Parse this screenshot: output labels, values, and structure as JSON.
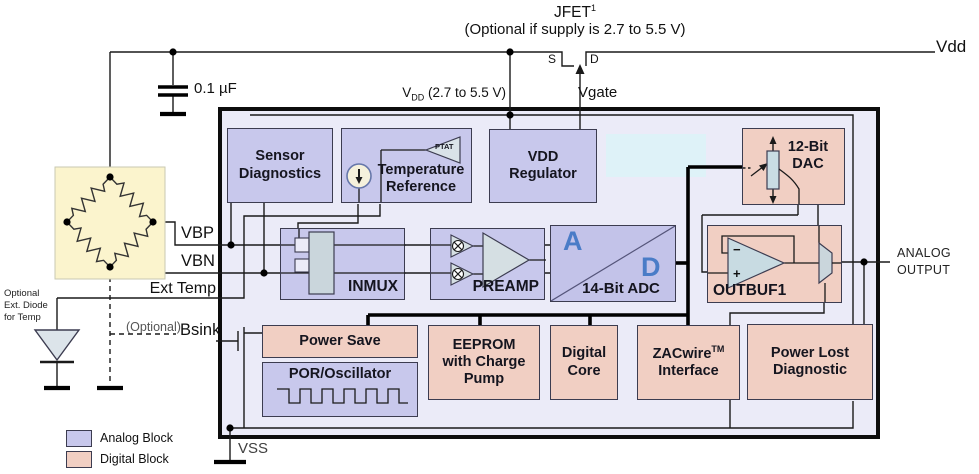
{
  "colors": {
    "analog_block": "#C8C8EC",
    "digital_block": "#F1CFC3",
    "chip_fill": "#EBEBF8",
    "bridge_fill": "#FBF4CD",
    "adc_letter_blue": "#4A7CC7",
    "cyan_patch": "#DEF2F8"
  },
  "top": {
    "jfet_label": "JFET",
    "jfet_sup": "1",
    "jfet_note": "(Optional if supply is 2.7 to 5.5 V)",
    "jfet_s": "S",
    "jfet_d": "D",
    "vdd_rail_label": "Vdd",
    "vdd_pin_prefix": "V",
    "vdd_pin_sub": "DD",
    "vdd_pin_range": " (2.7 to 5.5 V)",
    "vgate_label": "Vgate",
    "cap_label": "0.1 µF"
  },
  "left": {
    "vbp": "VBP",
    "vbn": "VBN",
    "ext_temp": "Ext Temp",
    "optional": "(Optional)",
    "bsink": "Bsink",
    "diode_note_l1": "Optional",
    "diode_note_l2": "Ext. Diode",
    "diode_note_l3": "for Temp",
    "vss": "VSS"
  },
  "blocks": {
    "sensor_diagnostics": "Sensor Diagnostics",
    "temperature_reference": "Temperature Reference",
    "ptat": "PTAT",
    "vdd_regulator": "VDD Regulator",
    "dac": "12-Bit DAC",
    "inmux": "INMUX",
    "preamp": "PREAMP",
    "adc_a": "A",
    "adc_d": "D",
    "adc": "14-Bit ADC",
    "outbuf": "OUTBUF1",
    "opamp_minus": "−",
    "opamp_plus": "+",
    "power_save": "Power Save",
    "por": "POR/Oscillator",
    "eeprom": "EEPROM with Charge Pump",
    "digital_core": "Digital Core",
    "zacwire_name": "ZACwire",
    "zacwire_tm": "TM",
    "zacwire_iface": "Interface",
    "power_lost": "Power Lost Diagnostic"
  },
  "output": {
    "analog_output": "ANALOG OUTPUT"
  },
  "legend": {
    "analog": "Analog Block",
    "digital": "Digital Block"
  }
}
